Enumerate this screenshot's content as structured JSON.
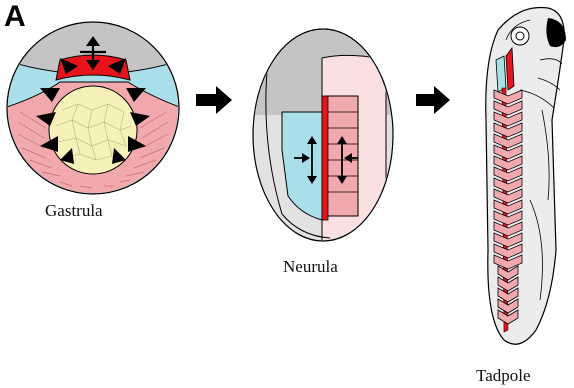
{
  "panel_letter": "A",
  "stages": [
    {
      "label": "Gastrula"
    },
    {
      "label": "Neurula"
    },
    {
      "label": "Tadpole"
    }
  ],
  "colors": {
    "notochord": "#e8141c",
    "somite_mesoderm": "#f2a9ad",
    "endoderm_yolk": "#f6f1b8",
    "mesoderm_blue": "#a9dfe8",
    "ectoderm_grey": "#c4c4c4",
    "neural_pink": "#fbe0e2",
    "outline": "#000000"
  },
  "icons": [
    "right-arrow-icon",
    "right-arrow-icon"
  ]
}
